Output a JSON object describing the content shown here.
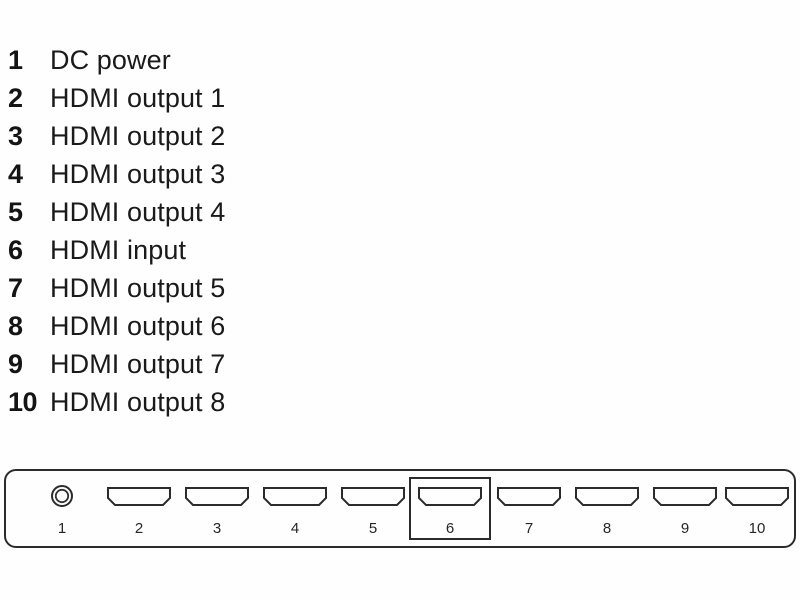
{
  "legend": {
    "items": [
      {
        "num": "1",
        "label": "DC power"
      },
      {
        "num": "2",
        "label": "HDMI output 1"
      },
      {
        "num": "3",
        "label": "HDMI output 2"
      },
      {
        "num": "4",
        "label": "HDMI output 3"
      },
      {
        "num": "5",
        "label": "HDMI output 4"
      },
      {
        "num": "6",
        "label": "HDMI input"
      },
      {
        "num": "7",
        "label": "HDMI output 5"
      },
      {
        "num": "8",
        "label": "HDMI output 6"
      },
      {
        "num": "9",
        "label": "HDMI output 7"
      },
      {
        "num": "10",
        "label": "HDMI output 8"
      }
    ]
  },
  "panel": {
    "callouts": [
      "1",
      "2",
      "3",
      "4",
      "5",
      "6",
      "7",
      "8",
      "9",
      "10"
    ],
    "highlighted_callout": "6",
    "connector_types": [
      "dc-power-jack",
      "hdmi-port",
      "hdmi-port",
      "hdmi-port",
      "hdmi-port",
      "hdmi-port",
      "hdmi-port",
      "hdmi-port",
      "hdmi-port",
      "hdmi-port"
    ]
  },
  "colors": {
    "background": "#fefefe",
    "ink": "#1a1a1a",
    "line": "#2b2b2b"
  }
}
